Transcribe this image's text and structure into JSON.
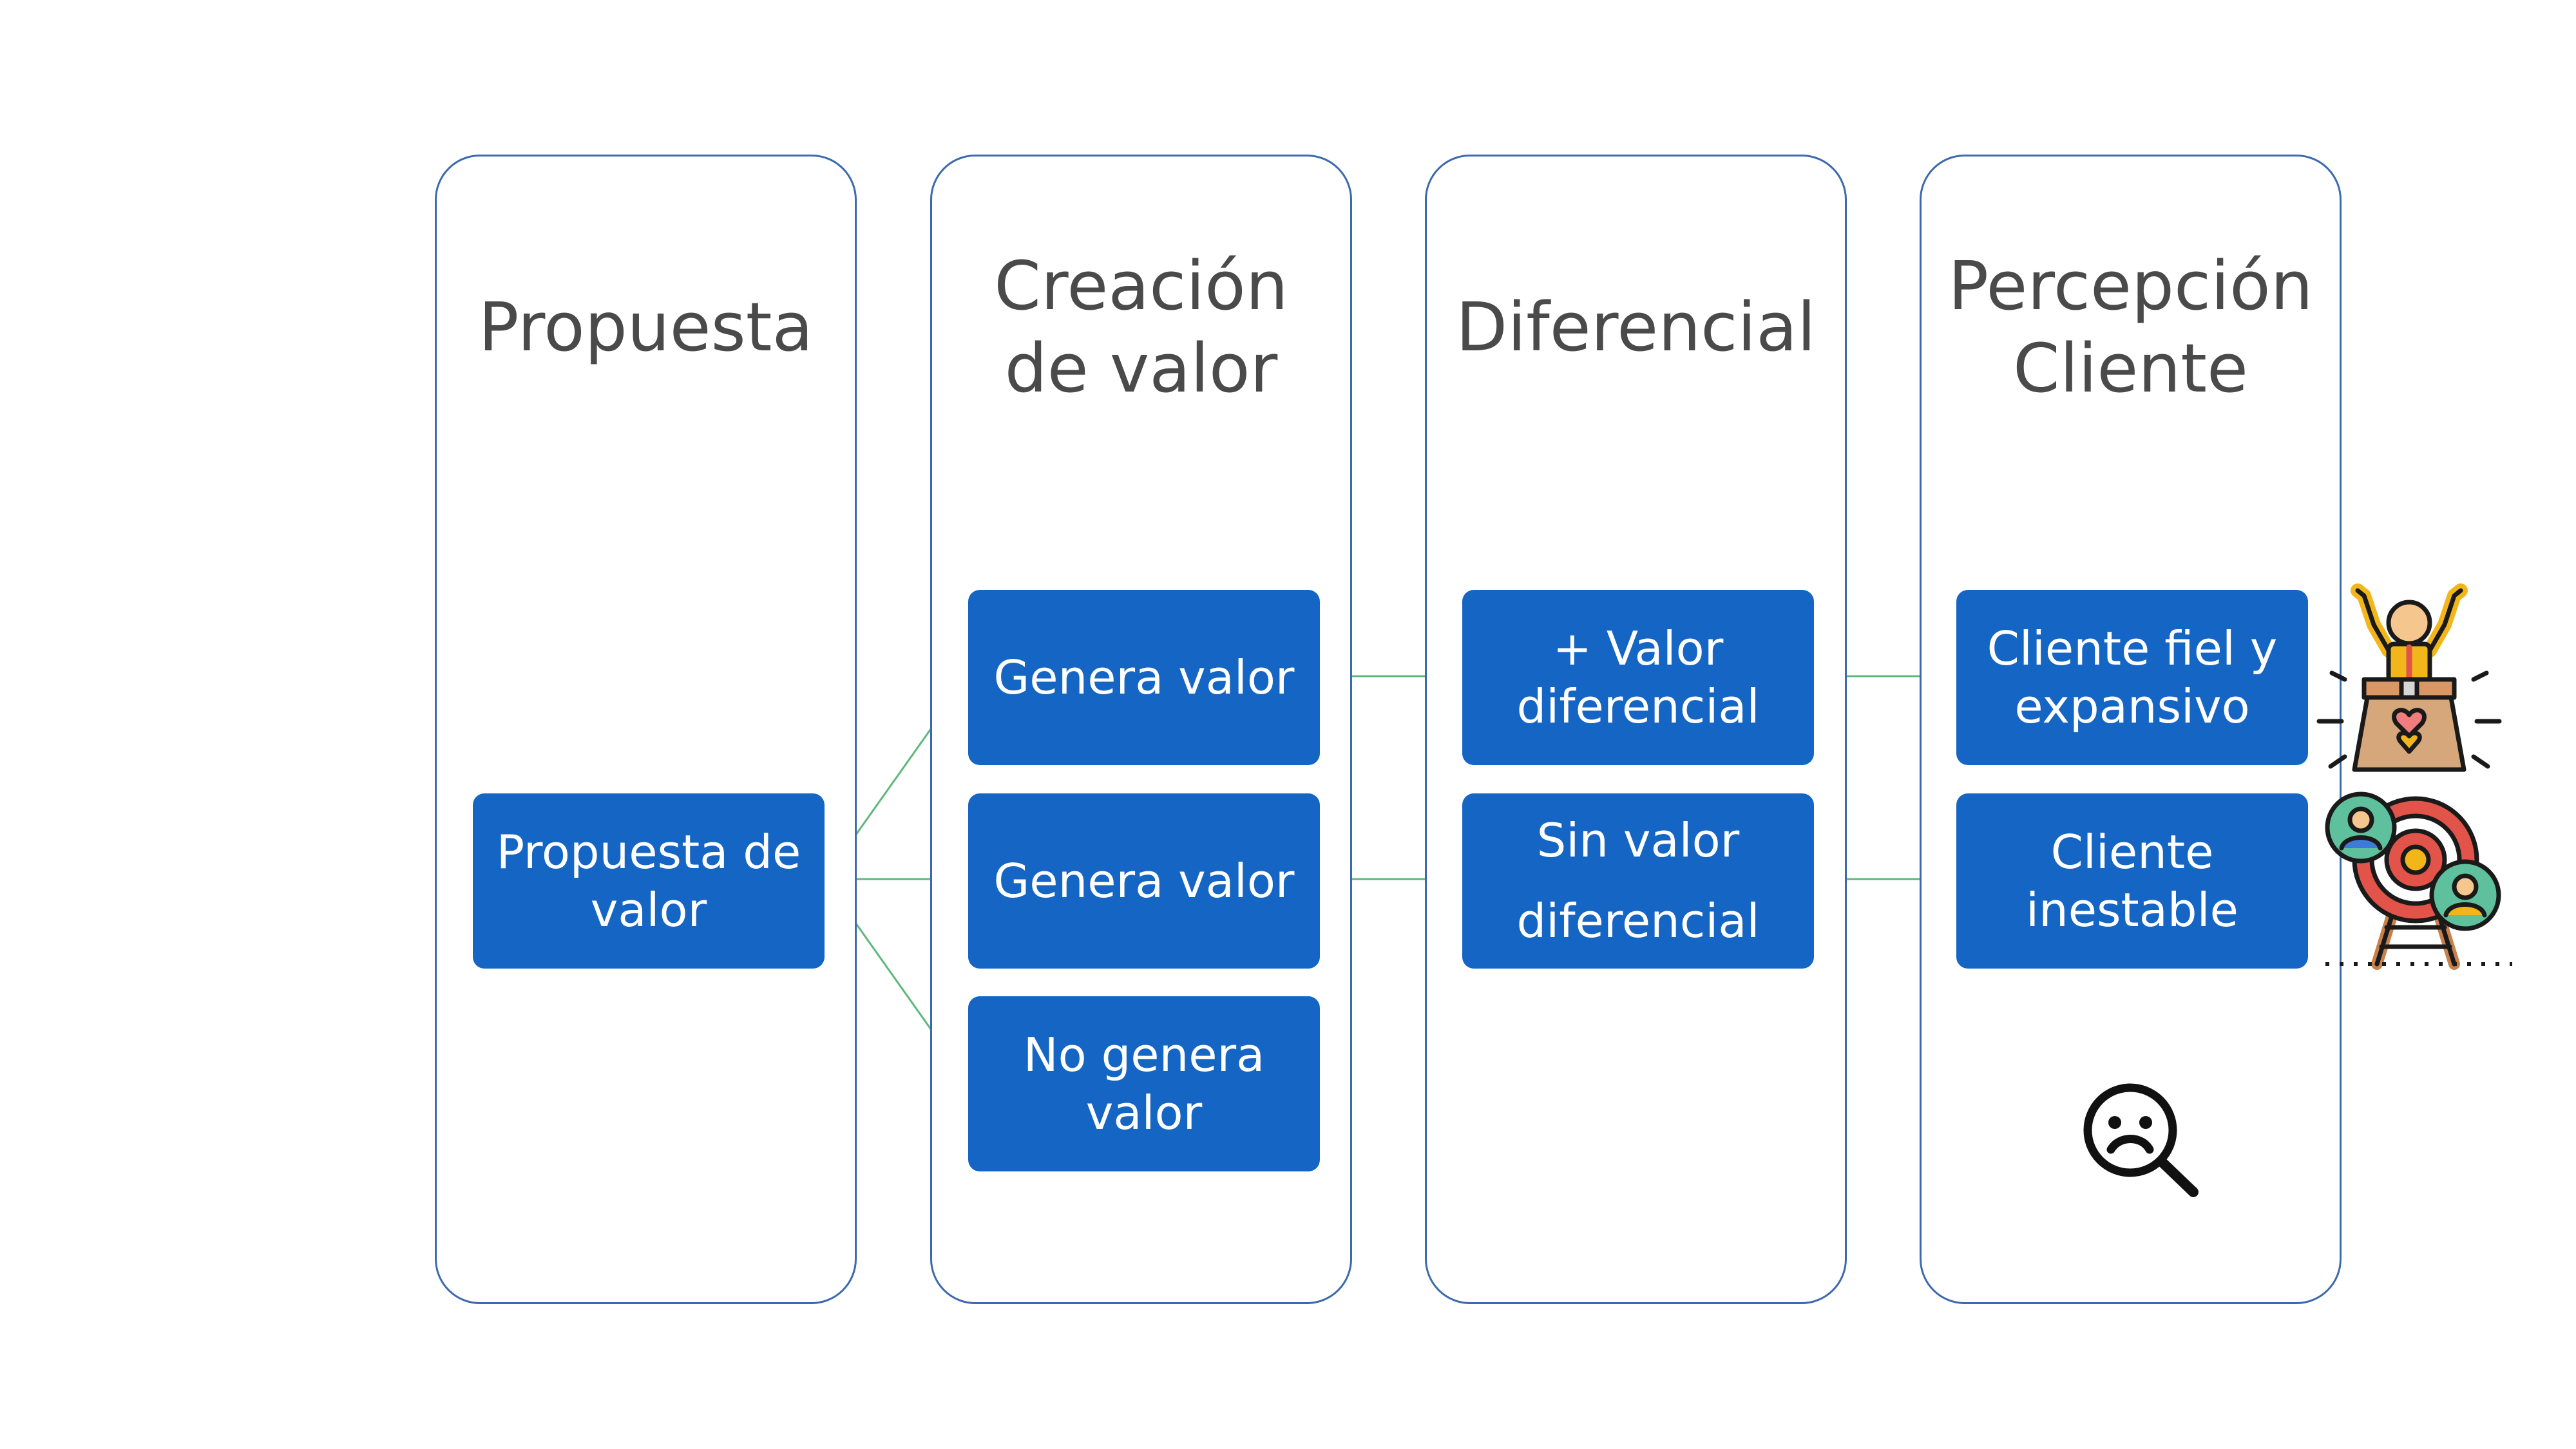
{
  "lanes": {
    "propuesta": {
      "title": "Propuesta"
    },
    "creacion": {
      "title": "Creación\nde valor"
    },
    "diferencial": {
      "title": "Diferencial"
    },
    "percepcion": {
      "title": "Percepción\nCliente"
    }
  },
  "boxes": {
    "propuesta_de_valor": "Propuesta de\nvalor",
    "genera_valor_1": "Genera valor",
    "genera_valor_2": "Genera valor",
    "no_genera_valor": "No genera\nvalor",
    "valor_diferencial": "+ Valor\ndiferencial",
    "sin_valor_diferencial": "Sin valor\n diferencial",
    "cliente_fiel": "Cliente fiel y\nexpansivo",
    "cliente_inestable": "Cliente\ninestable"
  },
  "colors": {
    "lane_border": "#3d69ad",
    "box_fill": "#1565c4",
    "connector": "#5fb87a",
    "title_text": "#4a4a4a"
  },
  "icons": {
    "happy_customer": "happy-customer-box-icon",
    "target_customers": "target-customers-icon",
    "sad_search": "sad-face-magnifier-icon"
  }
}
